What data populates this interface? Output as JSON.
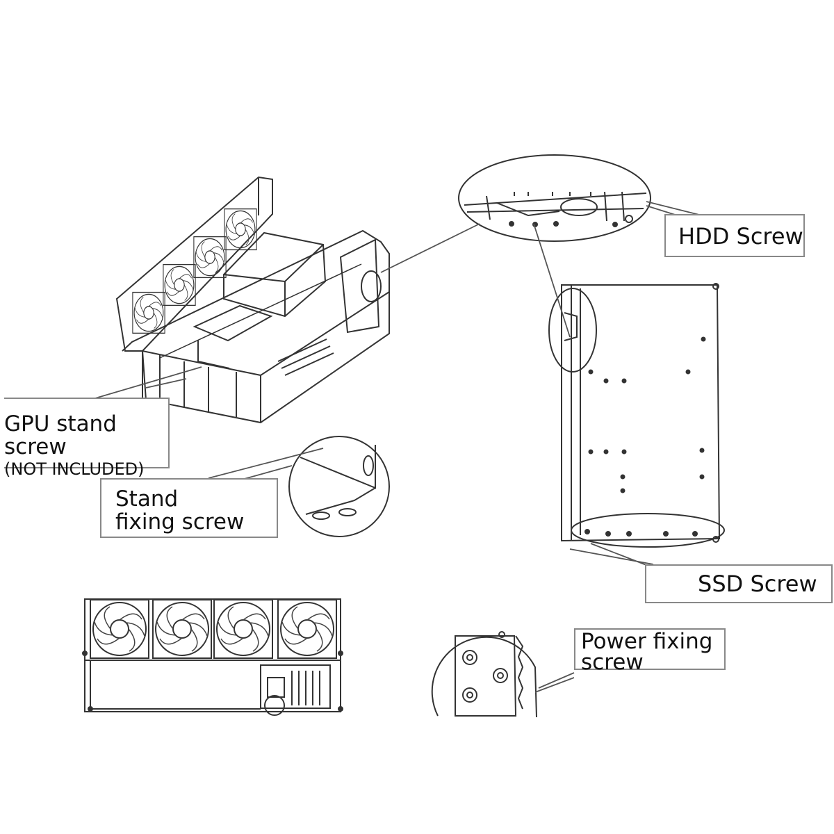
{
  "callouts": {
    "hdd": "HDD Screw",
    "gpu_line1": "GPU stand screw",
    "gpu_line2": "(NOT INCLUDED)",
    "stand_line1": "Stand",
    "stand_line2": "fixing screw",
    "ssd": "SSD Screw",
    "power_line1": "Power fixing",
    "power_line2": "screw"
  },
  "colors": {
    "line": "#333333",
    "leader": "#555555",
    "box_border": "#888888"
  }
}
